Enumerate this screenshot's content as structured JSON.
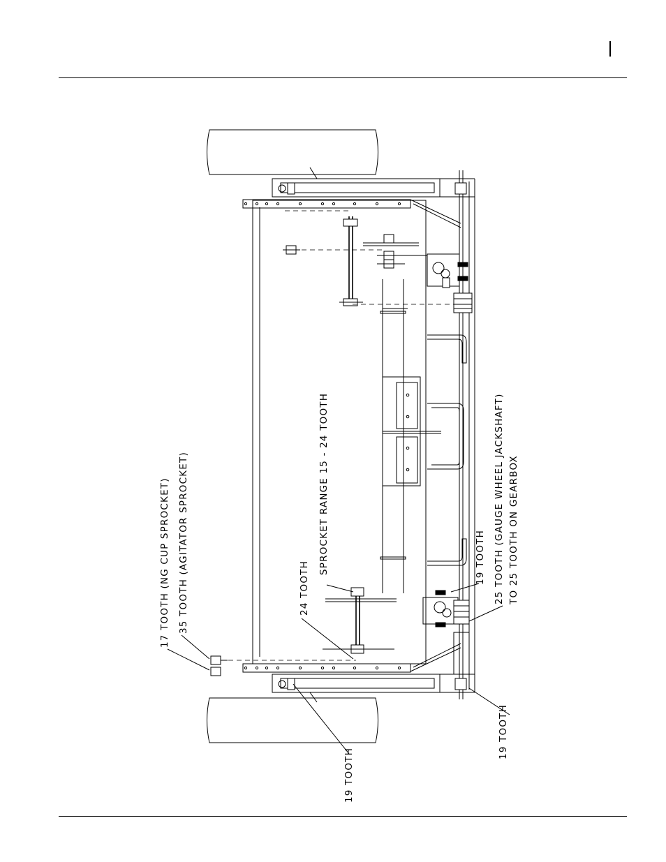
{
  "diagram": {
    "labels": {
      "ng_cup_sprocket": "17 TOOTH (NG CUP SPROCKET)",
      "agitator_sprocket": "35 TOOTH (AGITATOR SPROCKET)",
      "tooth_24": "24 TOOTH",
      "sprocket_range": "SPROCKET RANGE 15 - 24 TOOTH",
      "tooth_19_upper": "19 TOOTH",
      "gauge_wheel_line1": "25 TOOTH (GAUGE WHEEL JACKSHAFT)",
      "gauge_wheel_line2": "TO 25 TOOTH ON GEARBOX",
      "tooth_19_left": "19 TOOTH",
      "tooth_19_right": "19 TOOTH"
    }
  }
}
